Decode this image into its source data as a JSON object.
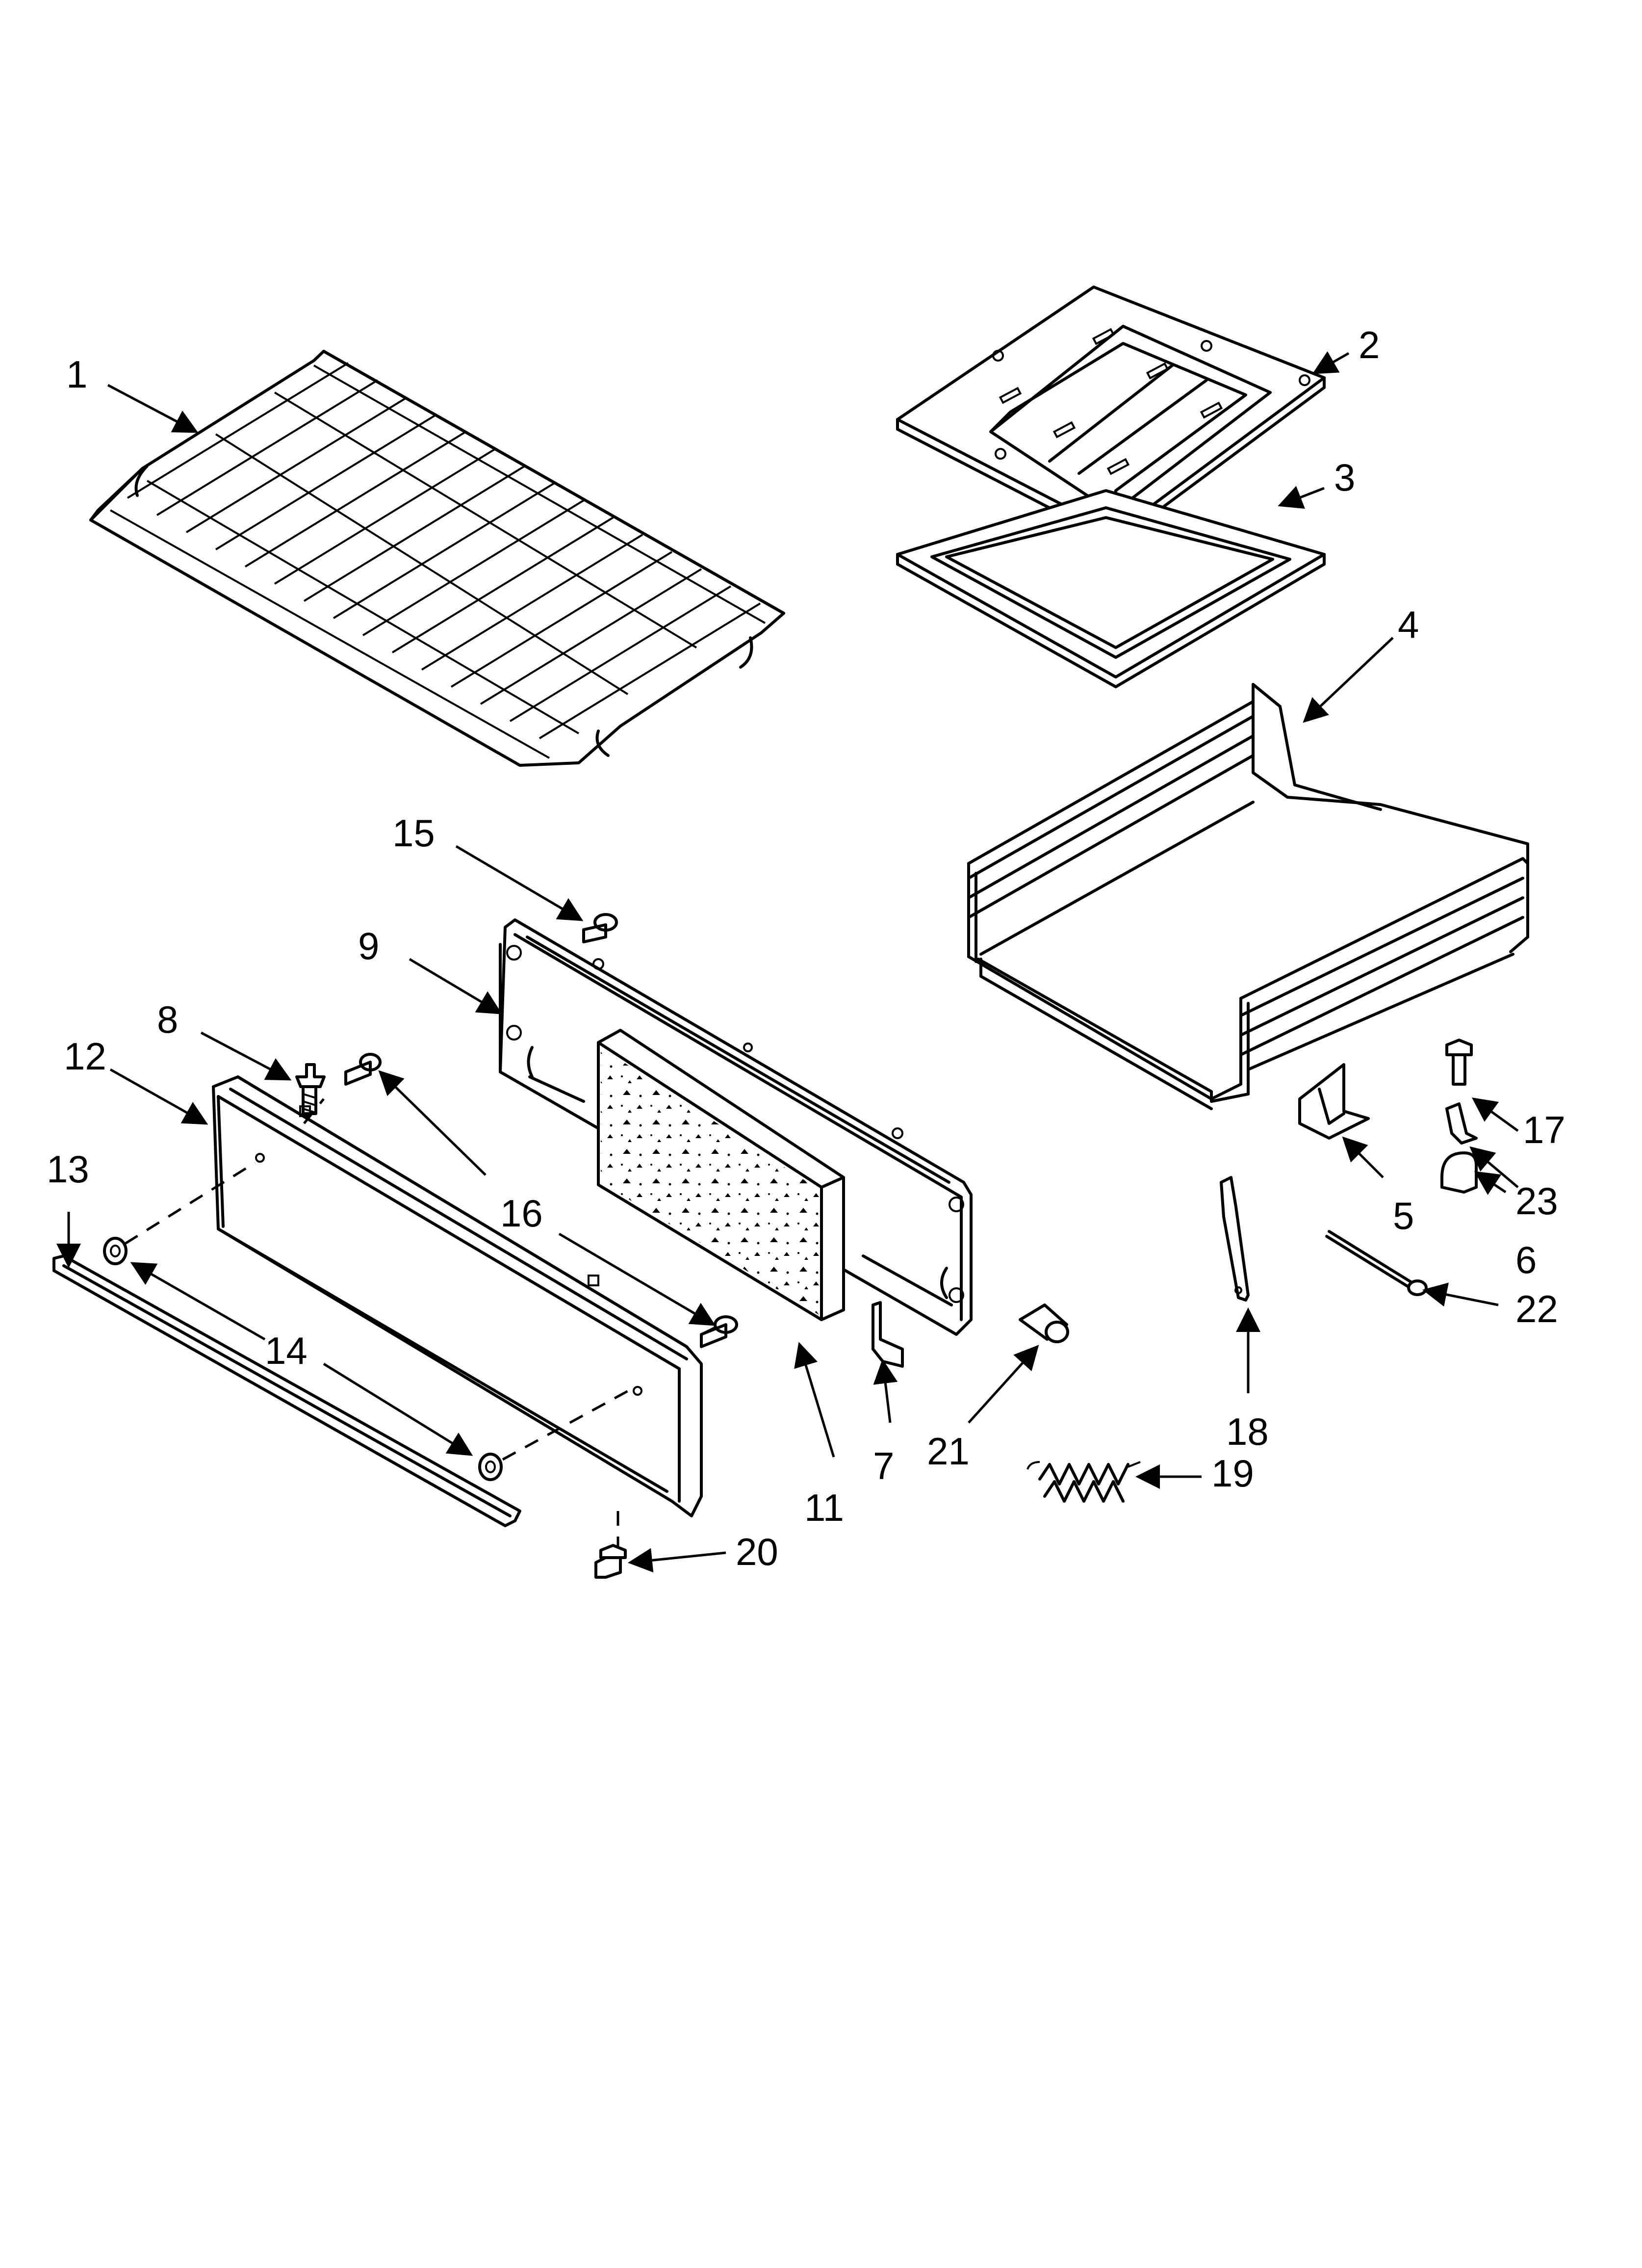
{
  "callouts": [
    {
      "id": "1",
      "text": "1"
    },
    {
      "id": "2",
      "text": "2"
    },
    {
      "id": "3",
      "text": "3"
    },
    {
      "id": "4",
      "text": "4"
    },
    {
      "id": "5",
      "text": "5"
    },
    {
      "id": "6",
      "text": "6"
    },
    {
      "id": "7",
      "text": "7"
    },
    {
      "id": "8",
      "text": "8"
    },
    {
      "id": "9",
      "text": "9"
    },
    {
      "id": "11",
      "text": "11"
    },
    {
      "id": "12",
      "text": "12"
    },
    {
      "id": "13",
      "text": "13"
    },
    {
      "id": "14",
      "text": "14"
    },
    {
      "id": "15",
      "text": "15"
    },
    {
      "id": "16",
      "text": "16"
    },
    {
      "id": "17",
      "text": "17"
    },
    {
      "id": "18",
      "text": "18"
    },
    {
      "id": "19",
      "text": "19"
    },
    {
      "id": "20",
      "text": "20"
    },
    {
      "id": "21",
      "text": "21"
    },
    {
      "id": "22",
      "text": "22"
    },
    {
      "id": "23",
      "text": "23"
    }
  ]
}
